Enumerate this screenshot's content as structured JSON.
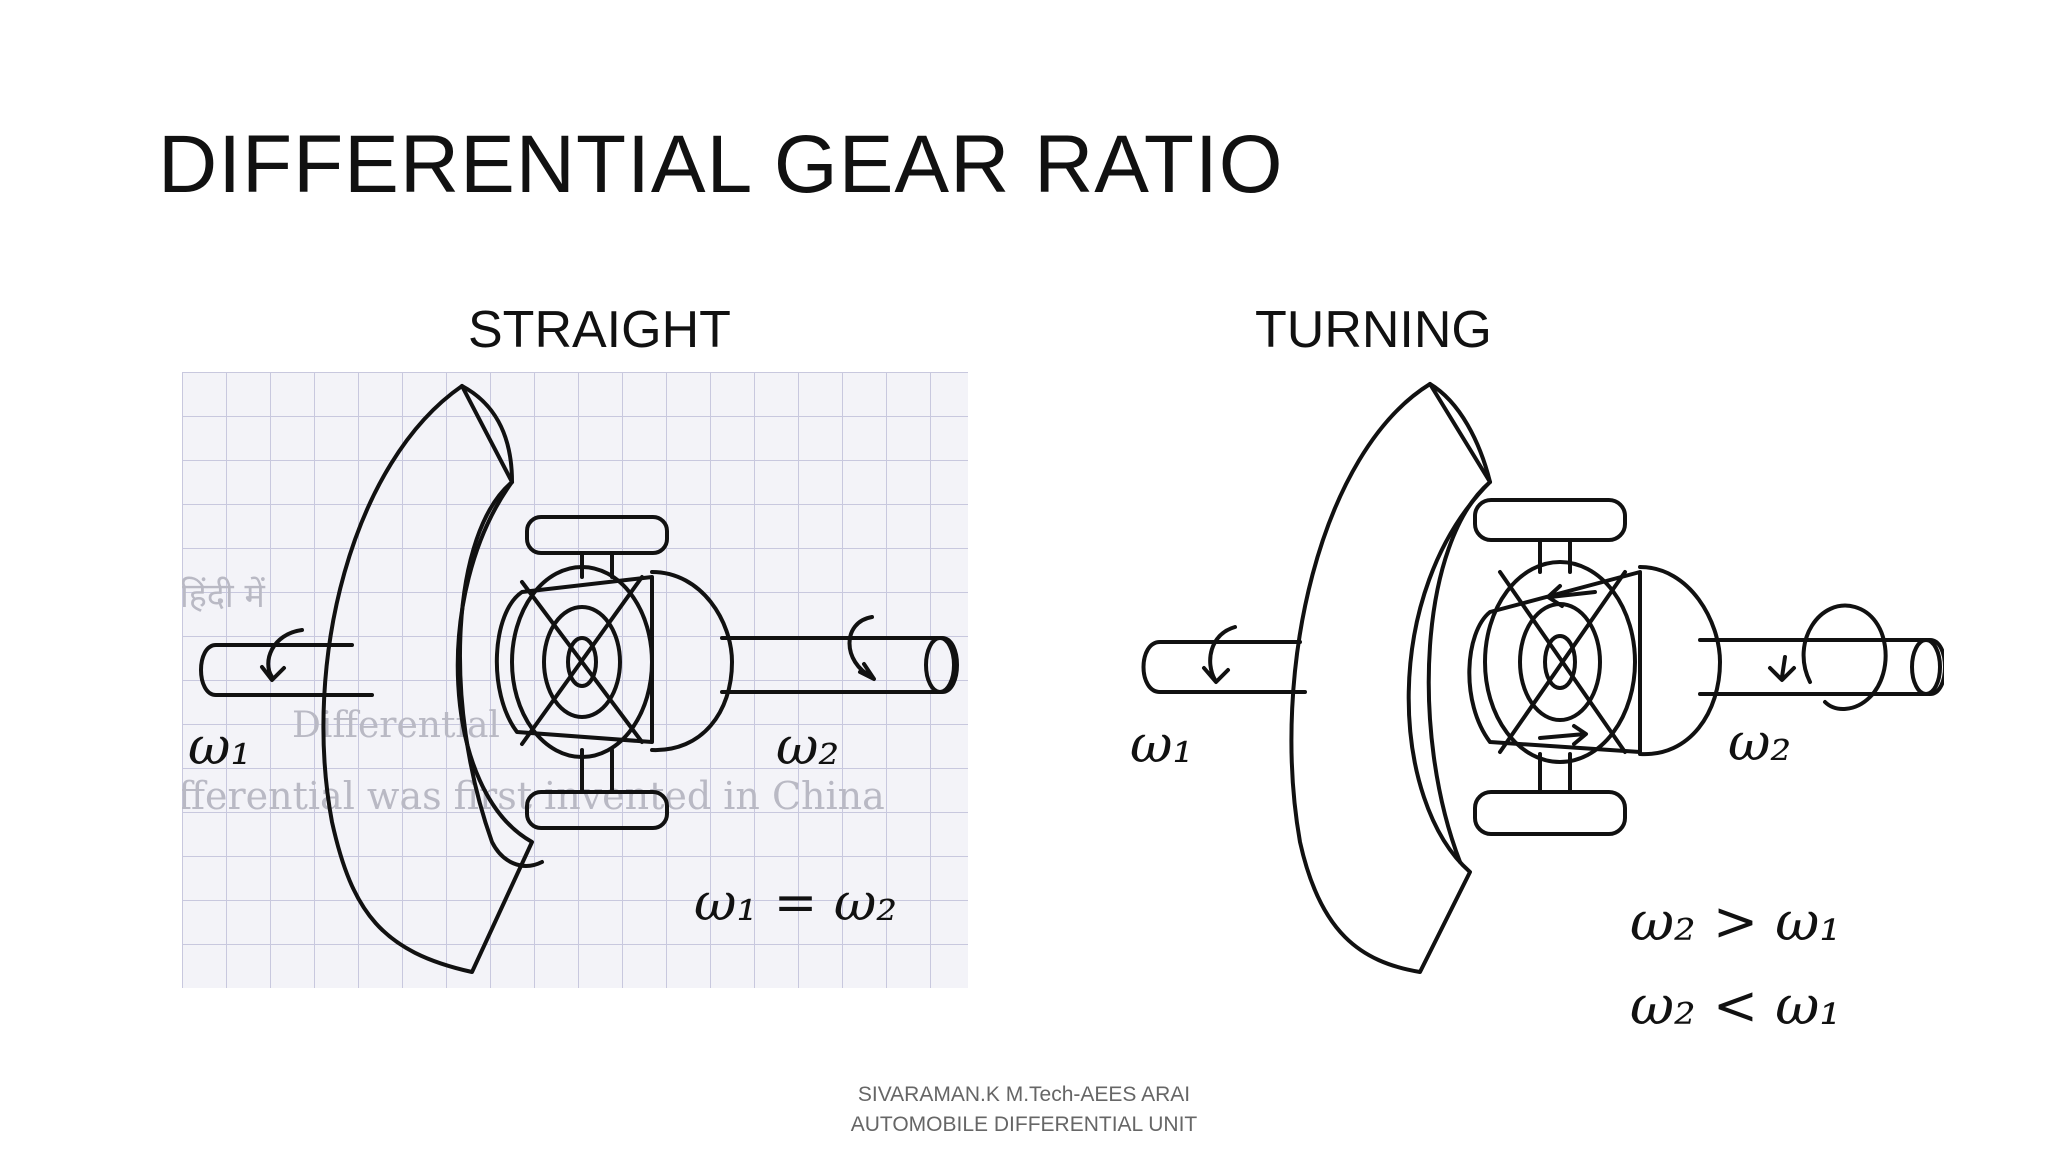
{
  "slide": {
    "title": "DIFFERENTIAL GEAR RATIO",
    "left_heading": "STRAIGHT",
    "right_heading": "TURNING",
    "footer_line1": "SIVARAMAN.K M.Tech-AEES ARAI",
    "footer_line2": "AUTOMOBILE DIFFERENTIAL UNIT"
  },
  "straight_diagram": {
    "label_w1": "ω₁",
    "label_w2": "ω₂",
    "equation": "ω₁ = ω₂",
    "background_text": [
      "Differential",
      "fferential was first invented in China",
      "हिंदी में"
    ]
  },
  "turning_diagram": {
    "label_w1": "ω₁",
    "label_w2": "ω₂",
    "equation_1": "ω₂ > ω₁",
    "equation_2": "ω₂ < ω₁"
  },
  "colors": {
    "ink": "#111111",
    "grid": "#c8c8de",
    "faded_text": "#b9b9c4",
    "footer": "#666666"
  }
}
